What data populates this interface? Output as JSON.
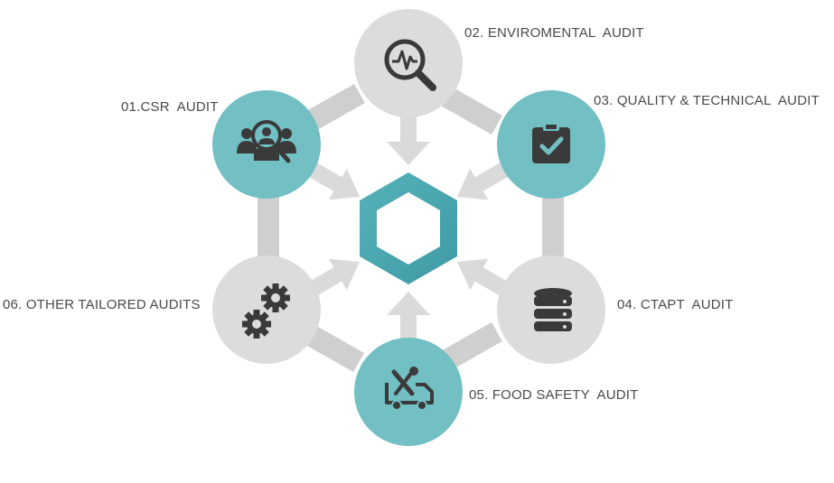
{
  "colors": {
    "teal": "#72bfc4",
    "hexagon": "#4fabb3",
    "gray_circle": "#dcdcdc",
    "connector": "#cfcfcf",
    "arrow": "#dadada",
    "icon": "#3a3a3a",
    "label": "#4a4a4a"
  },
  "nodes": [
    {
      "label": "01.CSR  AUDIT",
      "icon": "people-search-icon",
      "fill": "teal"
    },
    {
      "label": "02. ENVIROMENTAL  AUDIT",
      "icon": "magnifier-pulse-icon",
      "fill": "gray"
    },
    {
      "label": "03. QUALITY & TECHNICAL  AUDIT",
      "icon": "clipboard-check-icon",
      "fill": "teal"
    },
    {
      "label": "04. CTAPT  AUDIT",
      "icon": "database-icon",
      "fill": "gray"
    },
    {
      "label": "05. FOOD SAFETY  AUDIT",
      "icon": "truck-tools-icon",
      "fill": "teal"
    },
    {
      "label": "06. OTHER TAILORED AUDITS",
      "icon": "gears-icon",
      "fill": "gray"
    }
  ],
  "center": {
    "shape": "hexagon"
  }
}
